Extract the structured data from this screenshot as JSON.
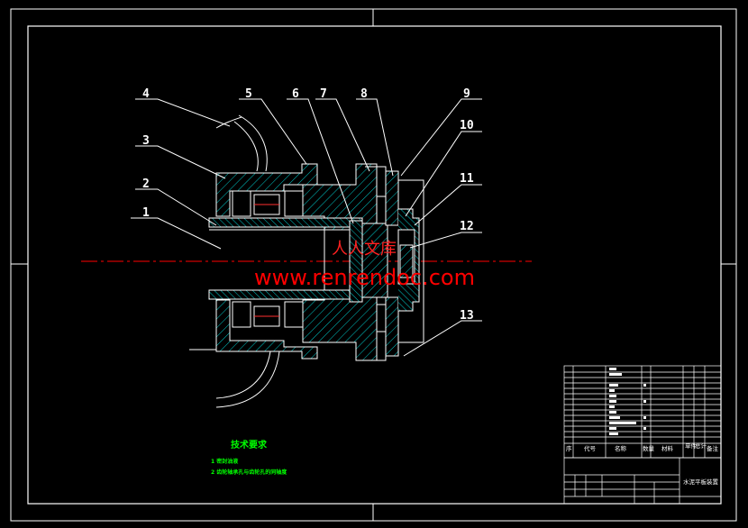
{
  "part_labels": [
    "1",
    "2",
    "3",
    "4",
    "5",
    "6",
    "7",
    "8",
    "9",
    "10",
    "11",
    "12",
    "13"
  ],
  "watermark": {
    "line1": "人人文库",
    "line2": "www.renrendoc.com"
  },
  "tech_requirements": {
    "title": "技术要求",
    "items": [
      "1 密封油液",
      "2 齿轮轴承孔与齿轮孔的同轴度"
    ]
  },
  "title_block": {
    "header": [
      "序",
      "代号",
      "名称",
      "数量",
      "材料",
      "单件",
      "总计",
      "备注"
    ],
    "drawing_title": "水泥平板装置"
  },
  "colors": {
    "line": "#ffffff",
    "hatch": "#00c8c8",
    "shaft": "#40e0e0",
    "centerline": "#ff0000"
  }
}
